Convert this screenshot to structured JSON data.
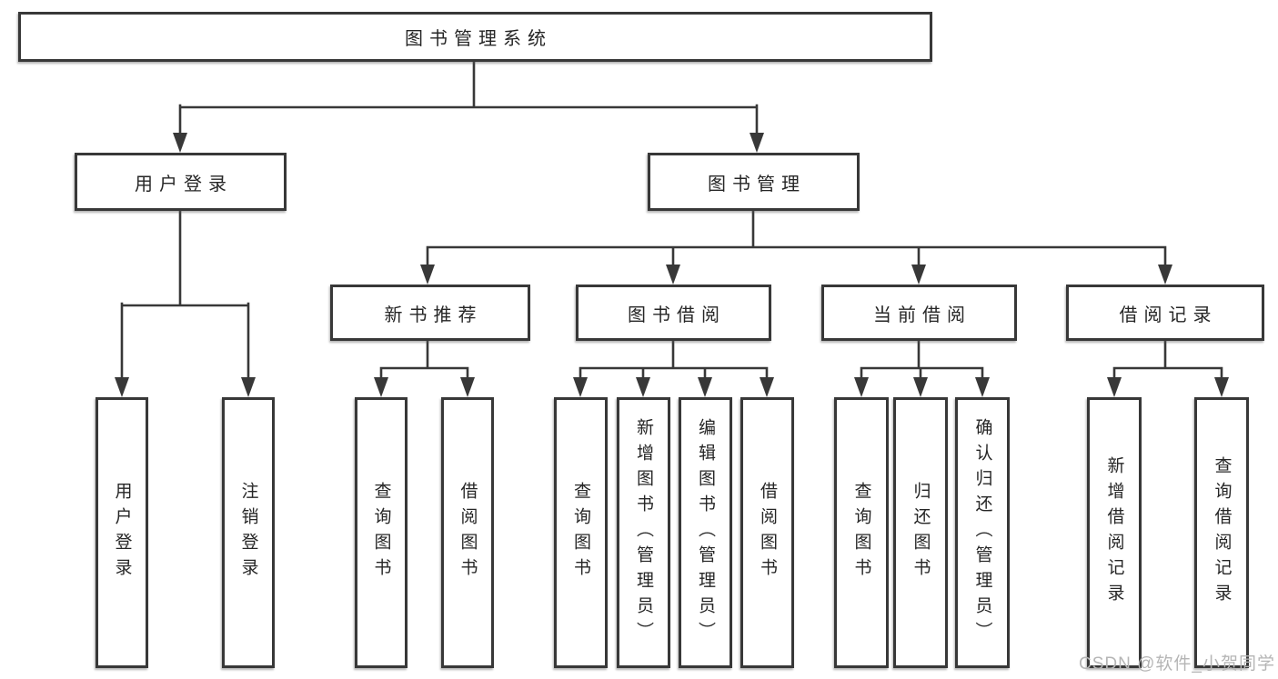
{
  "tree": {
    "root": {
      "label": "图书管理系统"
    },
    "branches": [
      {
        "label": "用户登录",
        "children": [
          {
            "label": "用户登录"
          },
          {
            "label": "注销登录"
          }
        ]
      },
      {
        "label": "图书管理",
        "children": [
          {
            "label": "新书推荐",
            "children": [
              {
                "label": "查询图书"
              },
              {
                "label": "借阅图书"
              }
            ]
          },
          {
            "label": "图书借阅",
            "children": [
              {
                "label": "查询图书"
              },
              {
                "label": "新增图书（管理员）"
              },
              {
                "label": "编辑图书（管理员）"
              },
              {
                "label": "借阅图书"
              }
            ]
          },
          {
            "label": "当前借阅",
            "children": [
              {
                "label": "查询图书"
              },
              {
                "label": "归还图书"
              },
              {
                "label": "确认归还（管理员）"
              }
            ]
          },
          {
            "label": "借阅记录",
            "children": [
              {
                "label": "新增借阅记录"
              },
              {
                "label": "查询借阅记录"
              }
            ]
          }
        ]
      }
    ]
  },
  "watermark": {
    "text": "CSDN @软件_小贺同学"
  },
  "colors": {
    "line": "#383838",
    "text": "#262626",
    "watermark": "#b5b5b5",
    "background": "#ffffff"
  }
}
